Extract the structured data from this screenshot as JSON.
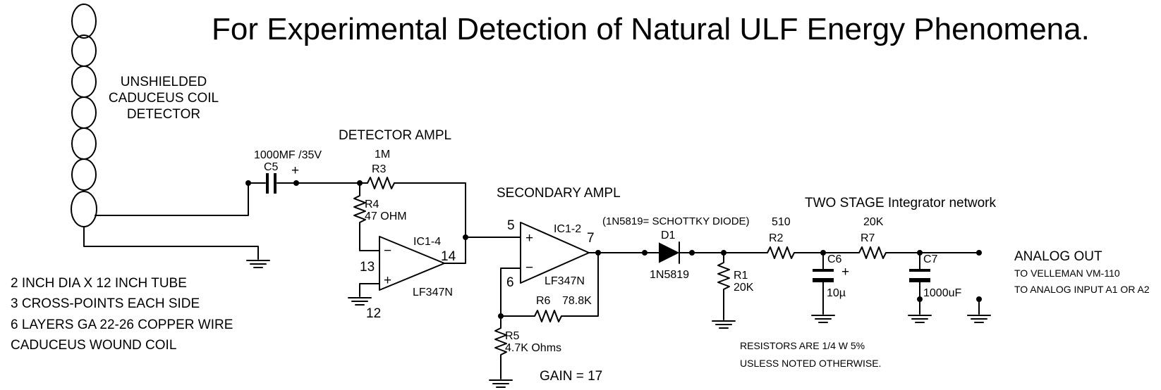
{
  "title": "For Experimental Detection of  Natural ULF Energy Phenomena.",
  "coil": {
    "label_line1": "UNSHIELDED",
    "label_line2": "CADUCEUS COIL",
    "label_line3": "DETECTOR"
  },
  "coil_specs": {
    "line1": "2 INCH DIA  X 12 INCH TUBE",
    "line2": "3 CROSS-POINTS EACH SIDE",
    "line3": "6  LAYERS GA 22-26 COPPER WIRE",
    "line4": "CADUCEUS WOUND COIL"
  },
  "detector_amp": {
    "title": "DETECTOR AMPL",
    "c5_value": "1000MF /35V",
    "c5_name": "C5",
    "c5_polarity": "+",
    "r3_value": "1M",
    "r3_name": "R3",
    "r4_name": "R4",
    "r4_value": "47 OHM",
    "ic_name": "IC1-4",
    "ic_part": "LF347N",
    "pin_inv": "13",
    "pin_noninv": "12",
    "pin_out": "14",
    "minus": "−",
    "plus": "+"
  },
  "secondary_amp": {
    "title": "SECONDARY AMPL",
    "ic_name": "IC1-2",
    "ic_part": "LF347N",
    "pin_noninv": "5",
    "pin_inv": "6",
    "pin_out": "7",
    "minus": "−",
    "plus": "+",
    "r6_name": "R6",
    "r6_value": "78.8K",
    "r5_name": "R5",
    "r5_value": "4.7K Ohms",
    "gain": "GAIN = 17"
  },
  "diode": {
    "note": "(1N5819= SCHOTTKY DIODE)",
    "name": "D1",
    "part": "1N5819"
  },
  "integrator": {
    "title": "TWO STAGE Integrator network",
    "r1_name": "R1",
    "r1_value": "20K",
    "r2_value": "510",
    "r2_name": "R2",
    "c6_name": "C6",
    "c6_polarity": "+",
    "c6_value": "10µ",
    "r7_value": "20K",
    "r7_name": "R7",
    "c7_name": "C7",
    "c7_value": "1000uF"
  },
  "output": {
    "label": "ANALOG OUT",
    "line1": "TO VELLEMAN VM-110",
    "line2": "TO ANALOG INPUT A1 OR A2"
  },
  "notes": {
    "line1": "RESISTORS ARE 1/4 W 5%",
    "line2": "USLESS NOTED OTHERWISE."
  }
}
